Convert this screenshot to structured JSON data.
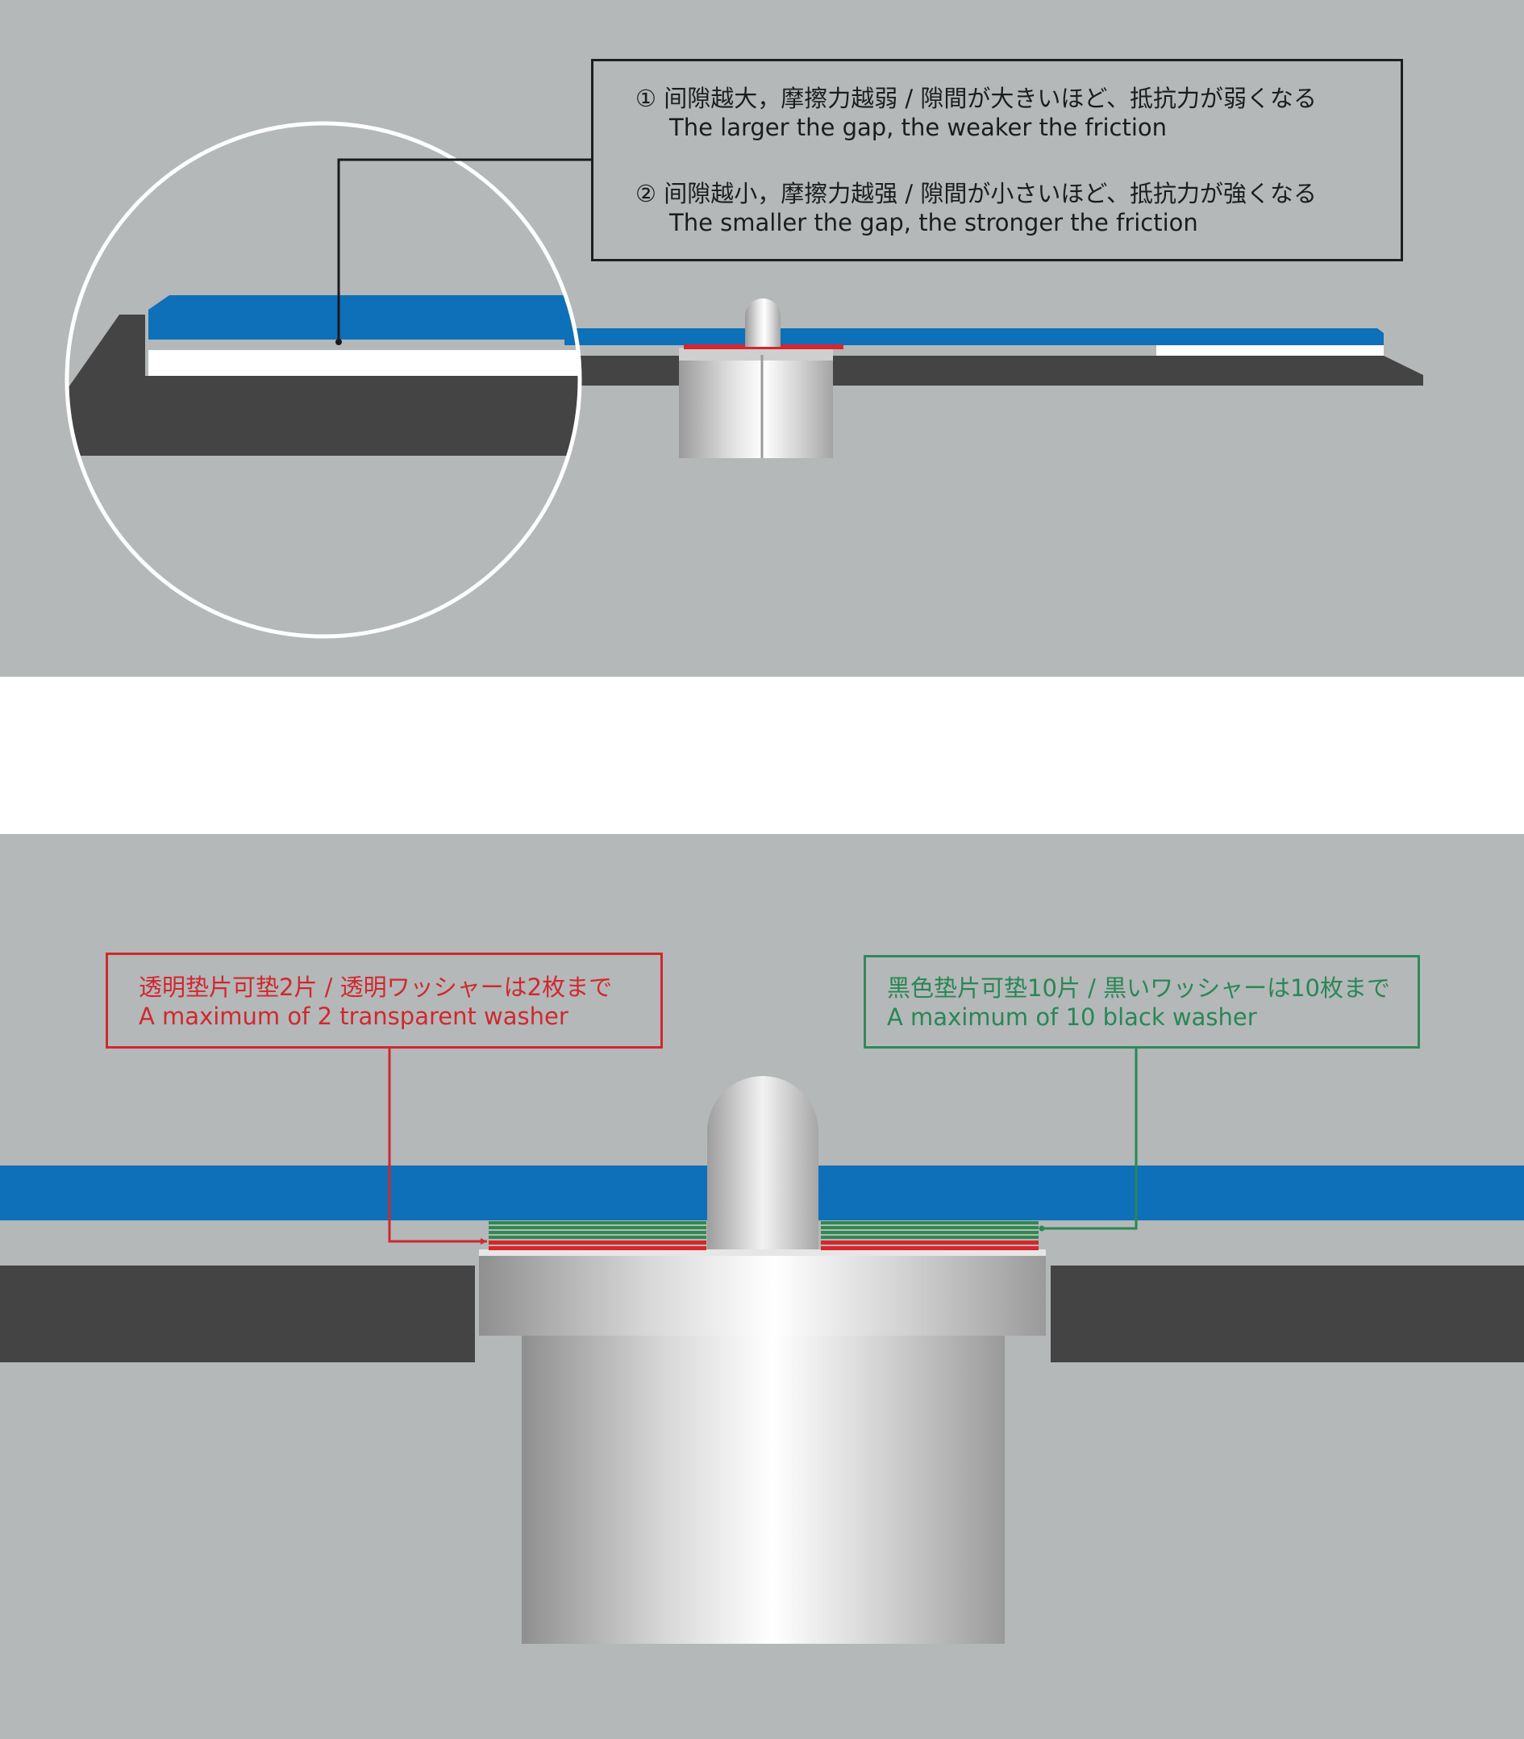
{
  "gap_notes": [
    {
      "marker": "①",
      "jp": "间隙越大，摩擦力越弱 / 隙間が大きいほど、抵抗力が弱くなる",
      "en": "The larger the gap, the weaker the friction"
    },
    {
      "marker": "②",
      "jp": "间隙越小，摩擦力越强 / 隙間が小さいほど、抵抗力が強くなる",
      "en": "The smaller the gap, the stronger the friction"
    }
  ],
  "transparent_washer": {
    "jp": "透明垫片可垫2片 / 透明ワッシャーは2枚まで",
    "en": "A maximum of 2 transparent washer",
    "color": "#d0282e"
  },
  "black_washer": {
    "jp": "黑色垫片可垫10片 / 黒いワッシャーは10枚まで",
    "en": "A maximum of 10 black washer",
    "color": "#2a8656"
  },
  "colors": {
    "background_panel": "#b4b8b9",
    "blue_plate": "#0e70b8",
    "dark_base": "#444444",
    "metal_light": "#f4f4f4",
    "metal_dark": "#9a9a9a",
    "red_washer": "#d9252b",
    "green_washer": "#2e8a4e"
  }
}
